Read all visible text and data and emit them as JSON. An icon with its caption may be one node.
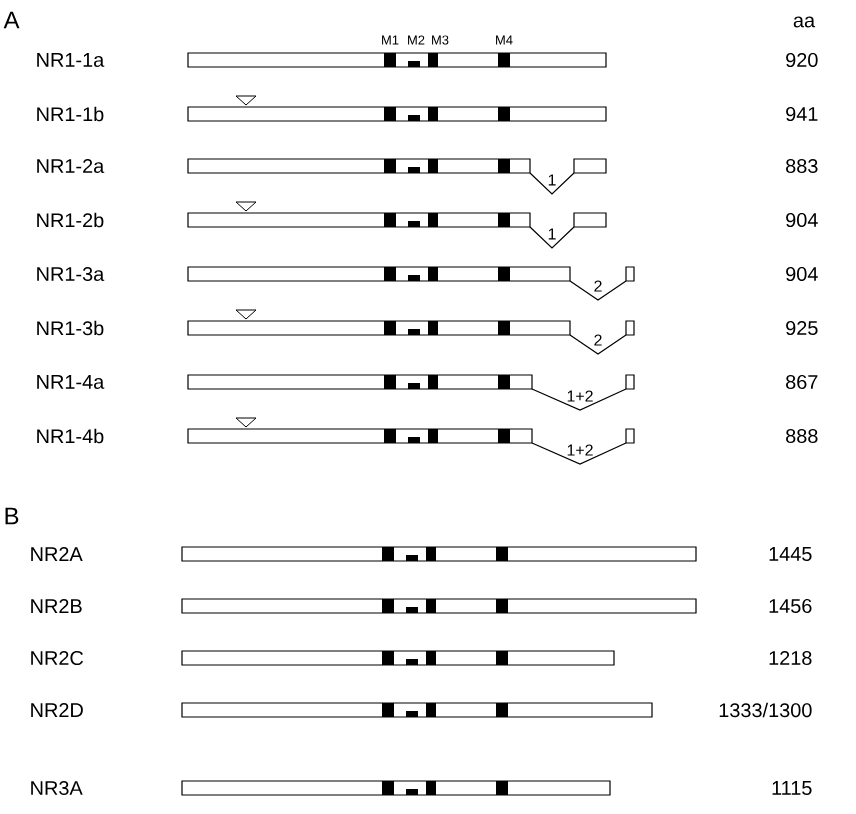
{
  "diagram": {
    "labels": [
      "A",
      "aa",
      "M1",
      "M2",
      "M3",
      "M4",
      "NR1-1a",
      "920",
      "NR1-1b",
      "941",
      "NR1-2a",
      "883",
      "1",
      "NR1-2b",
      "904",
      "1",
      "NR1-3a",
      "904",
      "2",
      "NR1-3b",
      "925",
      "2",
      "NR1-4a",
      "867",
      "1+2",
      "NR1-4b",
      "888",
      "1+2",
      "B",
      "NR2A",
      "1445",
      "NR2B",
      "1456",
      "NR2C",
      "1218",
      "NR2D",
      "1333/1300",
      "NR3A",
      "1115"
    ]
  }
}
